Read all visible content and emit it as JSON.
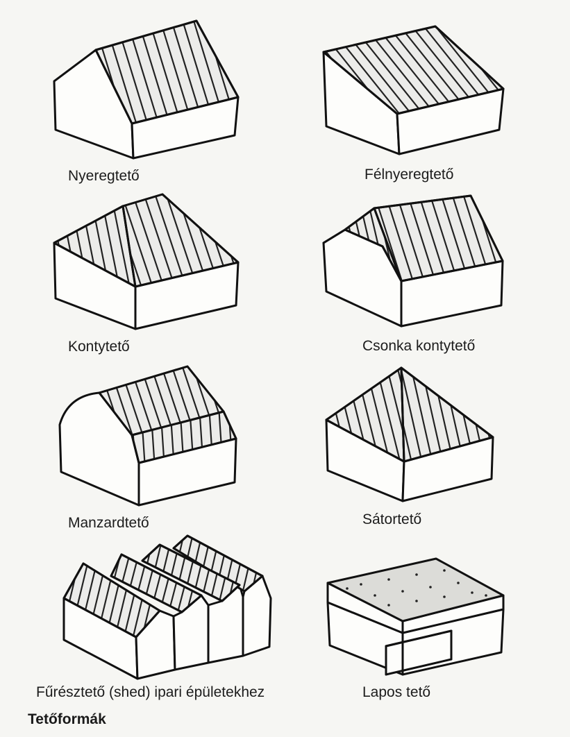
{
  "figure": {
    "caption": "Tetőformák",
    "roofs": [
      {
        "id": "nyereg",
        "label": "Nyeregtető"
      },
      {
        "id": "felnyereg",
        "label": "Félnyeregtető"
      },
      {
        "id": "konty",
        "label": "Kontytető"
      },
      {
        "id": "csonka",
        "label": "Csonka kontytető"
      },
      {
        "id": "manzard",
        "label": "Manzardtető"
      },
      {
        "id": "sator",
        "label": "Sátortető"
      },
      {
        "id": "fureszto",
        "label": "Fűrésztető (shed) ipari épületekhez"
      },
      {
        "id": "lapos",
        "label": "Lapos tető"
      }
    ]
  }
}
